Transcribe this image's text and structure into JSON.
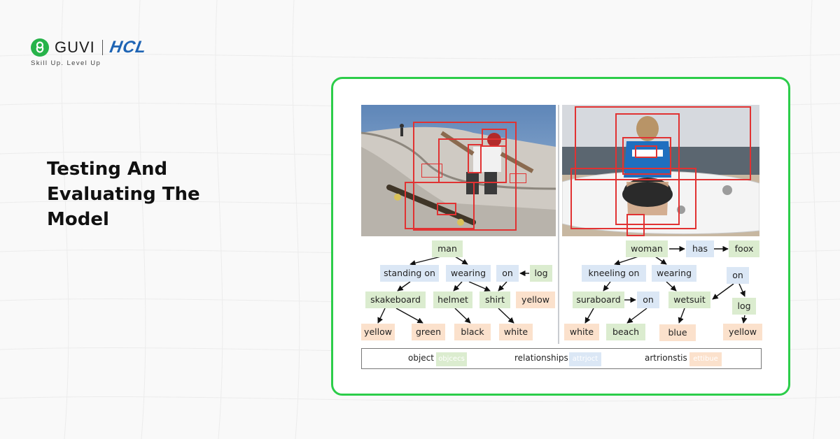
{
  "brand": {
    "guvi": "GUVI",
    "hcl": "HCL",
    "tagline": "Skill Up. Level Up"
  },
  "title": "Testing And Evaluating The Model",
  "colors": {
    "frame_border": "#2ccd4a",
    "object_fill": "#dbeccf",
    "relationship_fill": "#dbe7f5",
    "attribute_fill": "#fbe1cc",
    "bbox": "#e13232"
  },
  "scene_graphs": [
    {
      "image": "skateboarder-photo",
      "nodes": {
        "man": "man",
        "standing_on": "standing on",
        "wearing": "wearing",
        "on": "on",
        "log": "log",
        "skakeboard": "skakeboard",
        "helmet": "helmet",
        "shirt": "shirt",
        "yellow_log": "yellow",
        "yellow": "yellow",
        "green": "green",
        "black": "black",
        "white": "white"
      }
    },
    {
      "image": "surfer-woman-photo",
      "nodes": {
        "woman": "woman",
        "has": "has",
        "foox": "foox",
        "kneeling_on": "kneeling on",
        "wearing": "wearing",
        "on_top": "on",
        "suraboard": "suraboard",
        "on_mid": "on",
        "wetsuit": "wetsuit",
        "log": "log",
        "white": "white",
        "beach": "beach",
        "blue": "blue",
        "yellow": "yellow"
      }
    }
  ],
  "legend": {
    "object": "object",
    "object_swatch": "objcecs",
    "relationships": "relationships",
    "relationships_swatch": "attrjoct",
    "attributes": "artrionstis",
    "attributes_swatch": "ettibue"
  }
}
